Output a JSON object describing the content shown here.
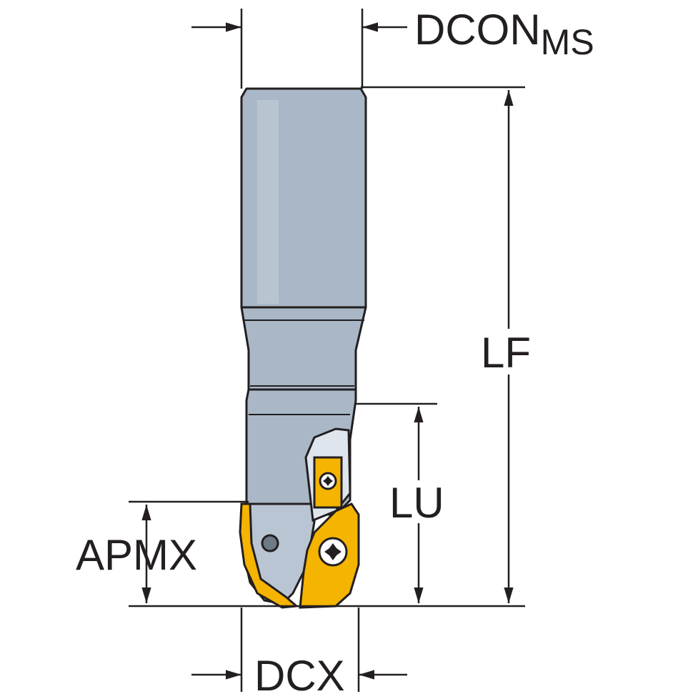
{
  "labels": {
    "dcon": "DCON",
    "dcon_sub": "MS",
    "lf": "LF",
    "lu": "LU",
    "apmx": "APMX",
    "dcx": "DCX"
  },
  "colors": {
    "body": "#a9b7c6",
    "body_dark": "#8a99aa",
    "insert": "#f5b400",
    "line": "#231f20"
  }
}
